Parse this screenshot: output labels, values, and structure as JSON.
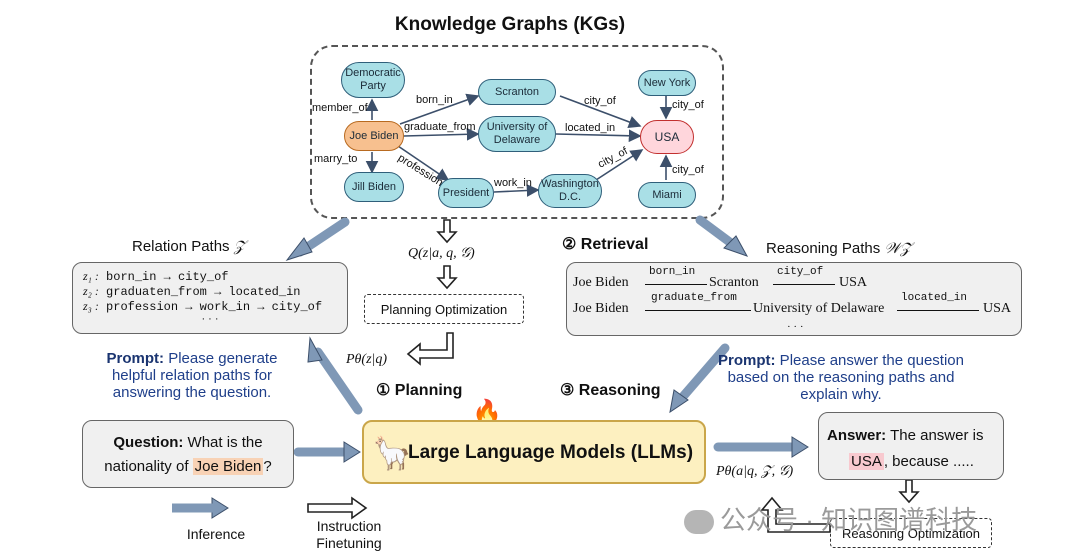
{
  "title": "Knowledge Graphs (KGs)",
  "nodes": {
    "democratic_party": "Democratic Party",
    "joe_biden": "Joe Biden",
    "jill_biden": "Jill Biden",
    "scranton": "Scranton",
    "university_of_delaware": "University of Delaware",
    "president": "President",
    "washington_dc": "Washington D.C.",
    "new_york": "New York",
    "usa": "USA",
    "miami": "Miami"
  },
  "edges": {
    "member_of": "member_of",
    "marry_to": "marry_to",
    "born_in": "born_in",
    "graduate_from": "graduate_from",
    "profession": "profession",
    "city_of_scranton": "city_of",
    "located_in": "located_in",
    "work_in": "work_in",
    "city_of_dc": "city_of",
    "city_of_ny": "city_of",
    "city_of_miami": "city_of"
  },
  "relation_paths": {
    "title": "Relation Paths",
    "symbol": "𝒵",
    "items": [
      {
        "id": "z₁ :",
        "path": "born_in → city_of"
      },
      {
        "id": "z₂ :",
        "path": "graduaten_from → located_in"
      },
      {
        "id": "z₃ :",
        "path": "profession → work_in → city_of"
      }
    ],
    "ellipsis": "· · ·"
  },
  "reasoning_paths": {
    "title": "Reasoning Paths",
    "symbol": "𝒲𝒵",
    "row1": {
      "start": "Joe Biden",
      "rel1": "born_in",
      "mid": "Scranton",
      "rel2": "city_of",
      "end": "USA"
    },
    "row2": {
      "start": "Joe Biden",
      "rel1": "graduate_from",
      "mid": "University of Delaware",
      "rel2": "located_in",
      "end": "USA"
    },
    "ellipsis": "· · ·"
  },
  "q_formula": "Q(z|a, q, 𝒢)",
  "planning_opt": "Planning Optimization",
  "p_planning": "Pθ(z|q)",
  "step_planning": "① Planning",
  "step_retrieval": "② Retrieval",
  "step_reasoning": "③ Reasoning",
  "prompt_left": {
    "label": "Prompt:",
    "text": " Please generate helpful relation paths for answering the question."
  },
  "prompt_right": {
    "label": "Prompt:",
    "text": " Please answer the question based on the reasoning paths and explain why."
  },
  "question": {
    "label": "Question:",
    "text1": " What is the",
    "text2": "nationality of ",
    "entity": "Joe Biden",
    "end": "?"
  },
  "llm": {
    "label": "Large Language Models (LLMs)",
    "fire": "🔥",
    "llama": "🦙"
  },
  "p_answer": "Pθ(a|q, 𝒵, 𝒢)",
  "answer": {
    "label": "Answer:",
    "text1": " The answer is",
    "entity": "USA",
    "text2": ", because ....."
  },
  "reasoning_opt": "Reasoning Optimization",
  "legend": {
    "inference": "Inference",
    "finetuning": "Instruction Finetuning"
  },
  "watermark": "公众号 · 知识图谱科技",
  "colors": {
    "node_blue": "#a9dfe6",
    "node_orange": "#f7c08f",
    "node_pink": "#ffd6dc",
    "arrow_blue": "#7f98b6",
    "prompt_blue": "#1f3f8a",
    "llm_yellow": "#fdf0c0"
  }
}
